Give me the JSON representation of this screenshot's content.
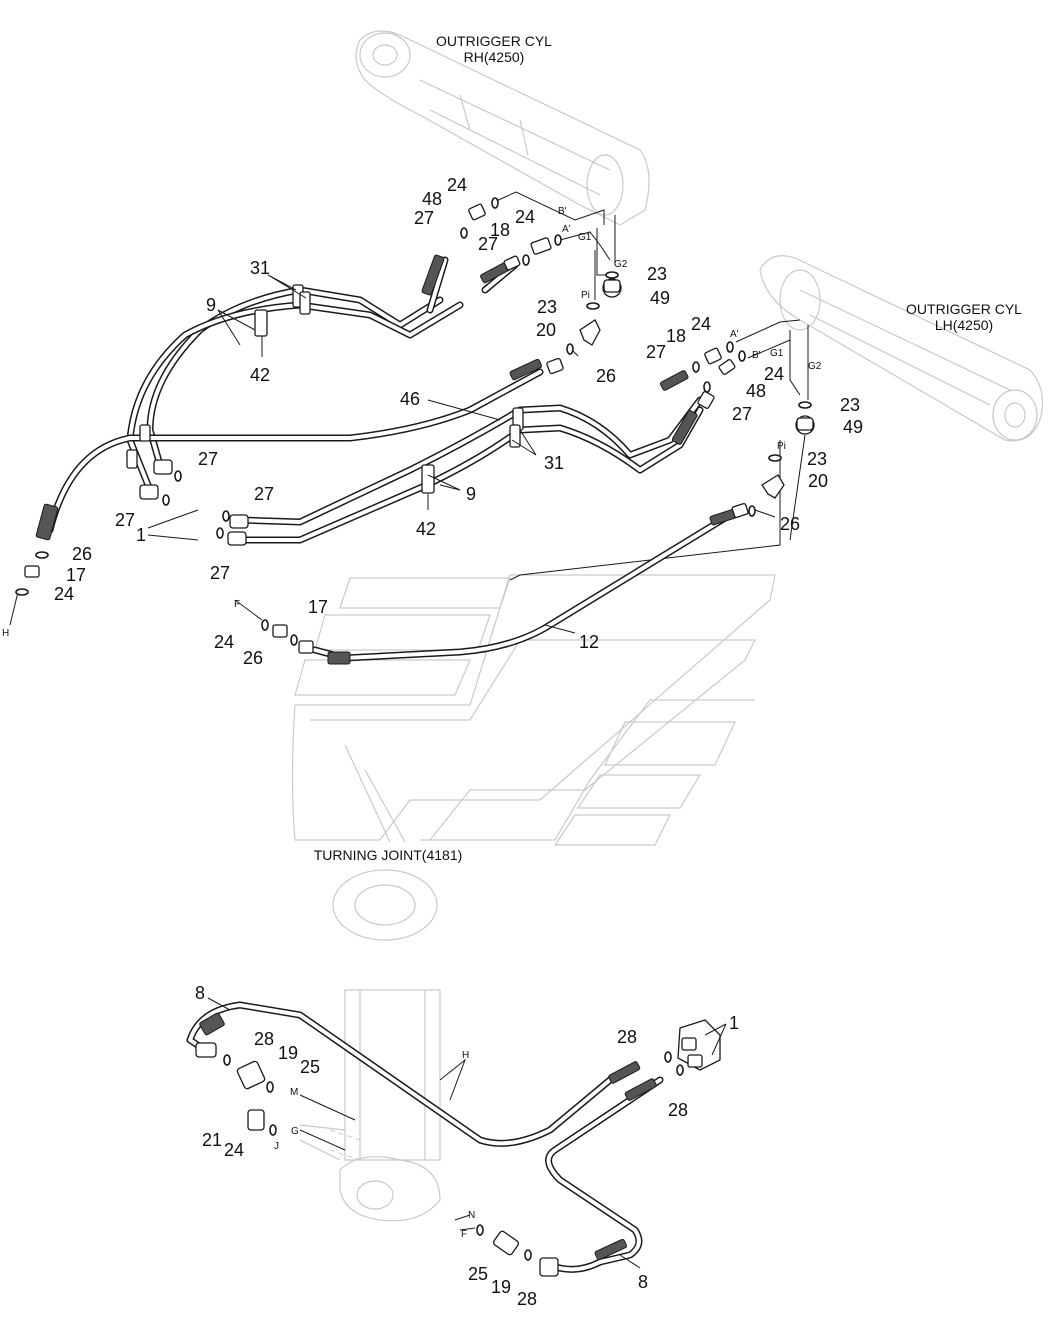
{
  "titles": {
    "rh_cyl_line1": "OUTRIGGER CYL",
    "rh_cyl_line2": "RH(4250)",
    "lh_cyl_line1": "OUTRIGGER CYL",
    "lh_cyl_line2": "LH(4250)",
    "turning_joint": "TURNING JOINT(4181)"
  },
  "ports": {
    "b_prime": "B'",
    "a_prime": "A'",
    "g1": "G1",
    "g2": "G2",
    "pi": "Pi",
    "f": "F",
    "h": "H",
    "m": "M",
    "g": "G",
    "j": "J",
    "n": "N"
  },
  "parts": {
    "p1": "1",
    "p8": "8",
    "p9": "9",
    "p12": "12",
    "p17": "17",
    "p18": "18",
    "p19": "19",
    "p20": "20",
    "p21": "21",
    "p23": "23",
    "p24": "24",
    "p25": "25",
    "p26": "26",
    "p27": "27",
    "p28": "28",
    "p31": "31",
    "p42": "42",
    "p46": "46",
    "p48": "48",
    "p49": "49"
  }
}
